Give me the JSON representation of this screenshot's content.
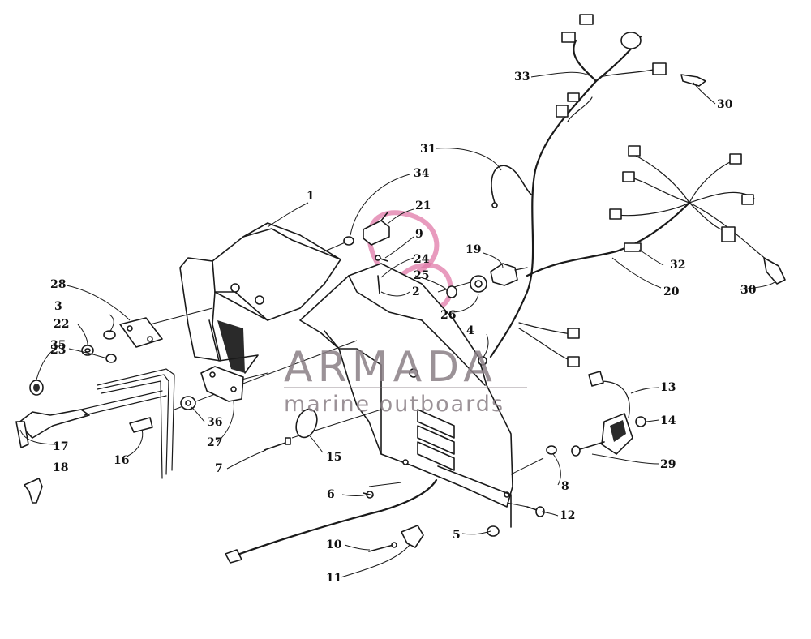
{
  "watermark": {
    "brand": "ARMADA",
    "tagline": "marine outboards",
    "brand_color": "#8a7f86",
    "logo_color": "#e07aa8"
  },
  "callouts": [
    {
      "id": "c1",
      "label": "1"
    },
    {
      "id": "c2",
      "label": "2"
    },
    {
      "id": "c3",
      "label": "3"
    },
    {
      "id": "c4",
      "label": "4"
    },
    {
      "id": "c5",
      "label": "5"
    },
    {
      "id": "c6",
      "label": "6"
    },
    {
      "id": "c7",
      "label": "7"
    },
    {
      "id": "c8",
      "label": "8"
    },
    {
      "id": "c9",
      "label": "9"
    },
    {
      "id": "c10",
      "label": "10"
    },
    {
      "id": "c11",
      "label": "11"
    },
    {
      "id": "c12",
      "label": "12"
    },
    {
      "id": "c13",
      "label": "13"
    },
    {
      "id": "c14",
      "label": "14"
    },
    {
      "id": "c15",
      "label": "15"
    },
    {
      "id": "c16",
      "label": "16"
    },
    {
      "id": "c17",
      "label": "17"
    },
    {
      "id": "c18",
      "label": "18"
    },
    {
      "id": "c19",
      "label": "19"
    },
    {
      "id": "c20",
      "label": "20"
    },
    {
      "id": "c21",
      "label": "21"
    },
    {
      "id": "c22",
      "label": "22"
    },
    {
      "id": "c23",
      "label": "23"
    },
    {
      "id": "c24",
      "label": "24"
    },
    {
      "id": "c25",
      "label": "25"
    },
    {
      "id": "c26",
      "label": "26"
    },
    {
      "id": "c27",
      "label": "27"
    },
    {
      "id": "c28",
      "label": "28"
    },
    {
      "id": "c29",
      "label": "29"
    },
    {
      "id": "c30a",
      "label": "30"
    },
    {
      "id": "c30b",
      "label": "30"
    },
    {
      "id": "c31",
      "label": "31"
    },
    {
      "id": "c32",
      "label": "32"
    },
    {
      "id": "c33",
      "label": "33"
    },
    {
      "id": "c34",
      "label": "34"
    },
    {
      "id": "c35",
      "label": "35"
    },
    {
      "id": "c36",
      "label": "36"
    }
  ]
}
